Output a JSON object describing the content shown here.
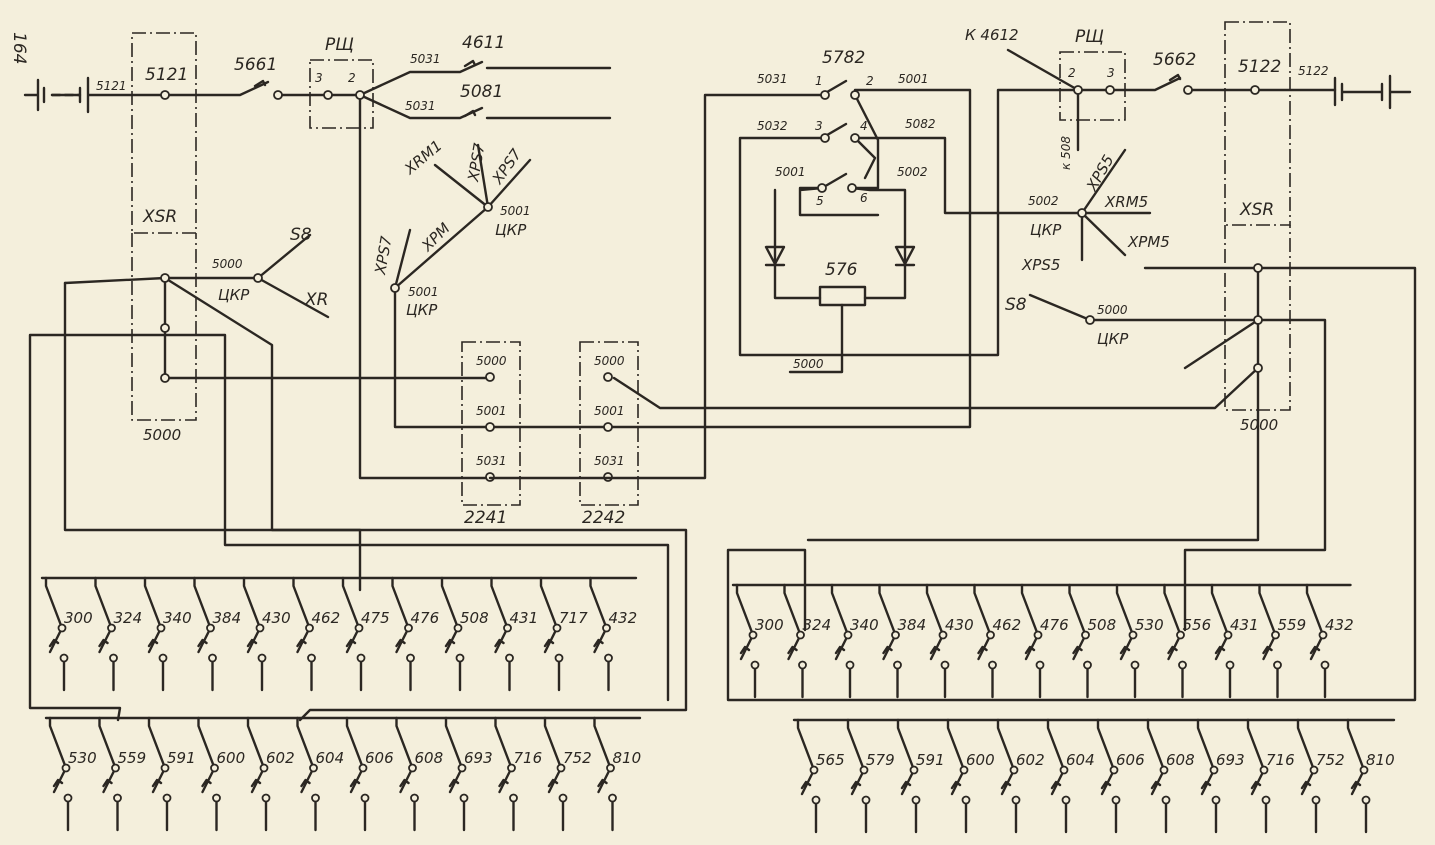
{
  "page_number": "164",
  "left": {
    "battery_wire": "5121",
    "xsr_terminal": "5121",
    "switch_5661": "5661",
    "rsch_label": "РЩ",
    "rsch_pin3": "3",
    "rsch_pin2": "2",
    "upper_wire": "5031",
    "upper_switch": "4611",
    "lower_wire": "5031",
    "lower_switch": "5081",
    "xsr_label": "XSR",
    "xsr_bottom": "5000",
    "ckr1_wire": "5000",
    "ckr1_label": "ЦКР",
    "ckr1_sb": "S8",
    "ckr1_xr": "XR",
    "ckr2_wire": "5001",
    "ckr2_label": "ЦКР",
    "ckr2_xrm": "XRM1",
    "ckr2_xps_a": "XPS7",
    "ckr2_xps_b": "XPS7",
    "ckr3_wire": "5001",
    "ckr3_label": "ЦКР",
    "ckr3_xps": "XPS7",
    "ckr3_xpm": "XPM"
  },
  "terminals": [
    {
      "name": "2241",
      "pins": [
        "5000",
        "5001",
        "5031"
      ]
    },
    {
      "name": "2242",
      "pins": [
        "5000",
        "5001",
        "5031"
      ]
    }
  ],
  "center": {
    "switch_label": "5782",
    "c1_wire": "5031",
    "c1": "1",
    "c2": "2",
    "c2_wire": "5001",
    "c3_wire": "5032",
    "c3": "3",
    "c4": "4",
    "c4_wire": "5082",
    "c5_wire": "5001",
    "c5": "5",
    "c6": "6",
    "c6_wire": "5002",
    "relay": "576",
    "relay_wire": "5000"
  },
  "right": {
    "k_label": "К 4612",
    "rsch_label": "РЩ",
    "rsch_pin2": "2",
    "rsch_pin3": "3",
    "k508": "к 508",
    "switch_5662": "5662",
    "xsr_terminal": "5122",
    "battery_wire": "5122",
    "xsr_label": "XSR",
    "xsr_bottom": "5000",
    "ckr_wire": "5002",
    "ckr_label": "ЦКР",
    "ckr_xps_a": "XPS5",
    "ckr_xrm": "XRM5",
    "ckr_xpm": "XPM5",
    "ckr_xps_b": "XPS5",
    "ckr2_sb": "S8",
    "ckr2_wire": "5000",
    "ckr2_label": "ЦКР"
  },
  "rows": {
    "left_row1": [
      "300",
      "324",
      "340",
      "384",
      "430",
      "462",
      "475",
      "476",
      "508",
      "431",
      "717",
      "432"
    ],
    "left_row2": [
      "530",
      "559",
      "591",
      "600",
      "602",
      "604",
      "606",
      "608",
      "693",
      "716",
      "752",
      "810"
    ],
    "right_row1": [
      "300",
      "324",
      "340",
      "384",
      "430",
      "462",
      "476",
      "508",
      "530",
      "556",
      "431",
      "559",
      "432"
    ],
    "right_row2": [
      "565",
      "579",
      "591",
      "600",
      "602",
      "604",
      "606",
      "608",
      "693",
      "716",
      "752",
      "810"
    ]
  }
}
